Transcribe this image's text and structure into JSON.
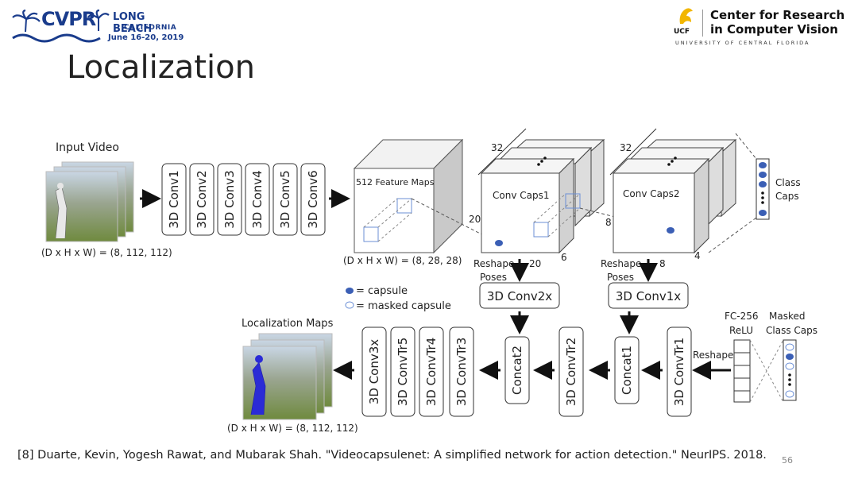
{
  "header": {
    "cvpr_logo": {
      "word": "CVPR",
      "city": "LONG BEACH",
      "state": "CALIFORNIA",
      "dates": "June 16-20, 2019"
    },
    "ucf_logo": {
      "line1": "Center for Research",
      "line2": "in Computer Vision",
      "university": "UNIVERSITY OF CENTRAL FLORIDA",
      "short": "UCF"
    }
  },
  "slide": {
    "title": "Localization",
    "page_number": "56"
  },
  "diagram": {
    "input_label": "Input Video",
    "input_dims": "(D x H x W) = (8, 112, 112)",
    "conv_layers": [
      "3D Conv1",
      "3D Conv2",
      "3D Conv3",
      "3D Conv4",
      "3D Conv5",
      "3D Conv6"
    ],
    "feature_maps_label": "512 Feature Maps",
    "feature_dims": "(D x H x W) = (8, 28, 28)",
    "conv_caps1": {
      "label": "Conv Caps1",
      "depth": "32",
      "height": "20",
      "width": "20",
      "side": "6"
    },
    "conv_caps2": {
      "label": "Conv Caps2",
      "depth": "32",
      "height": "8",
      "width": "8",
      "side": "4"
    },
    "class_caps_label": [
      "Class",
      "Caps"
    ],
    "reshape_poses": [
      "Reshape",
      "Poses"
    ],
    "conv2x": "3D Conv2x",
    "conv1x": "3D Conv1x",
    "legend": {
      "capsule": "= capsule",
      "masked": "= masked capsule"
    },
    "fc_label": [
      "FC-256",
      "ReLU"
    ],
    "masked_caps_label": [
      "Masked",
      "Class Caps"
    ],
    "reshape": "Reshape",
    "decoder_layers": [
      "3D Conv3x",
      "3D ConvTr5",
      "3D ConvTr4",
      "3D ConvTr3",
      "Concat2",
      "3D ConvTr2",
      "Concat1",
      "3D ConvTr1"
    ],
    "localization_label": "Localization Maps",
    "output_dims": "(D x H x W) = (8, 112, 112)"
  },
  "reference": "[8] Duarte, Kevin, Yogesh Rawat, and Mubarak Shah. \"Videocapsulenet: A simplified network for action detection.\" NeurIPS. 2018.",
  "colors": {
    "brand_blue": "#1a3c8c",
    "capsule_blue": "#3b5fb5",
    "box_stroke": "#333333",
    "cube_side": "#cccccc"
  }
}
